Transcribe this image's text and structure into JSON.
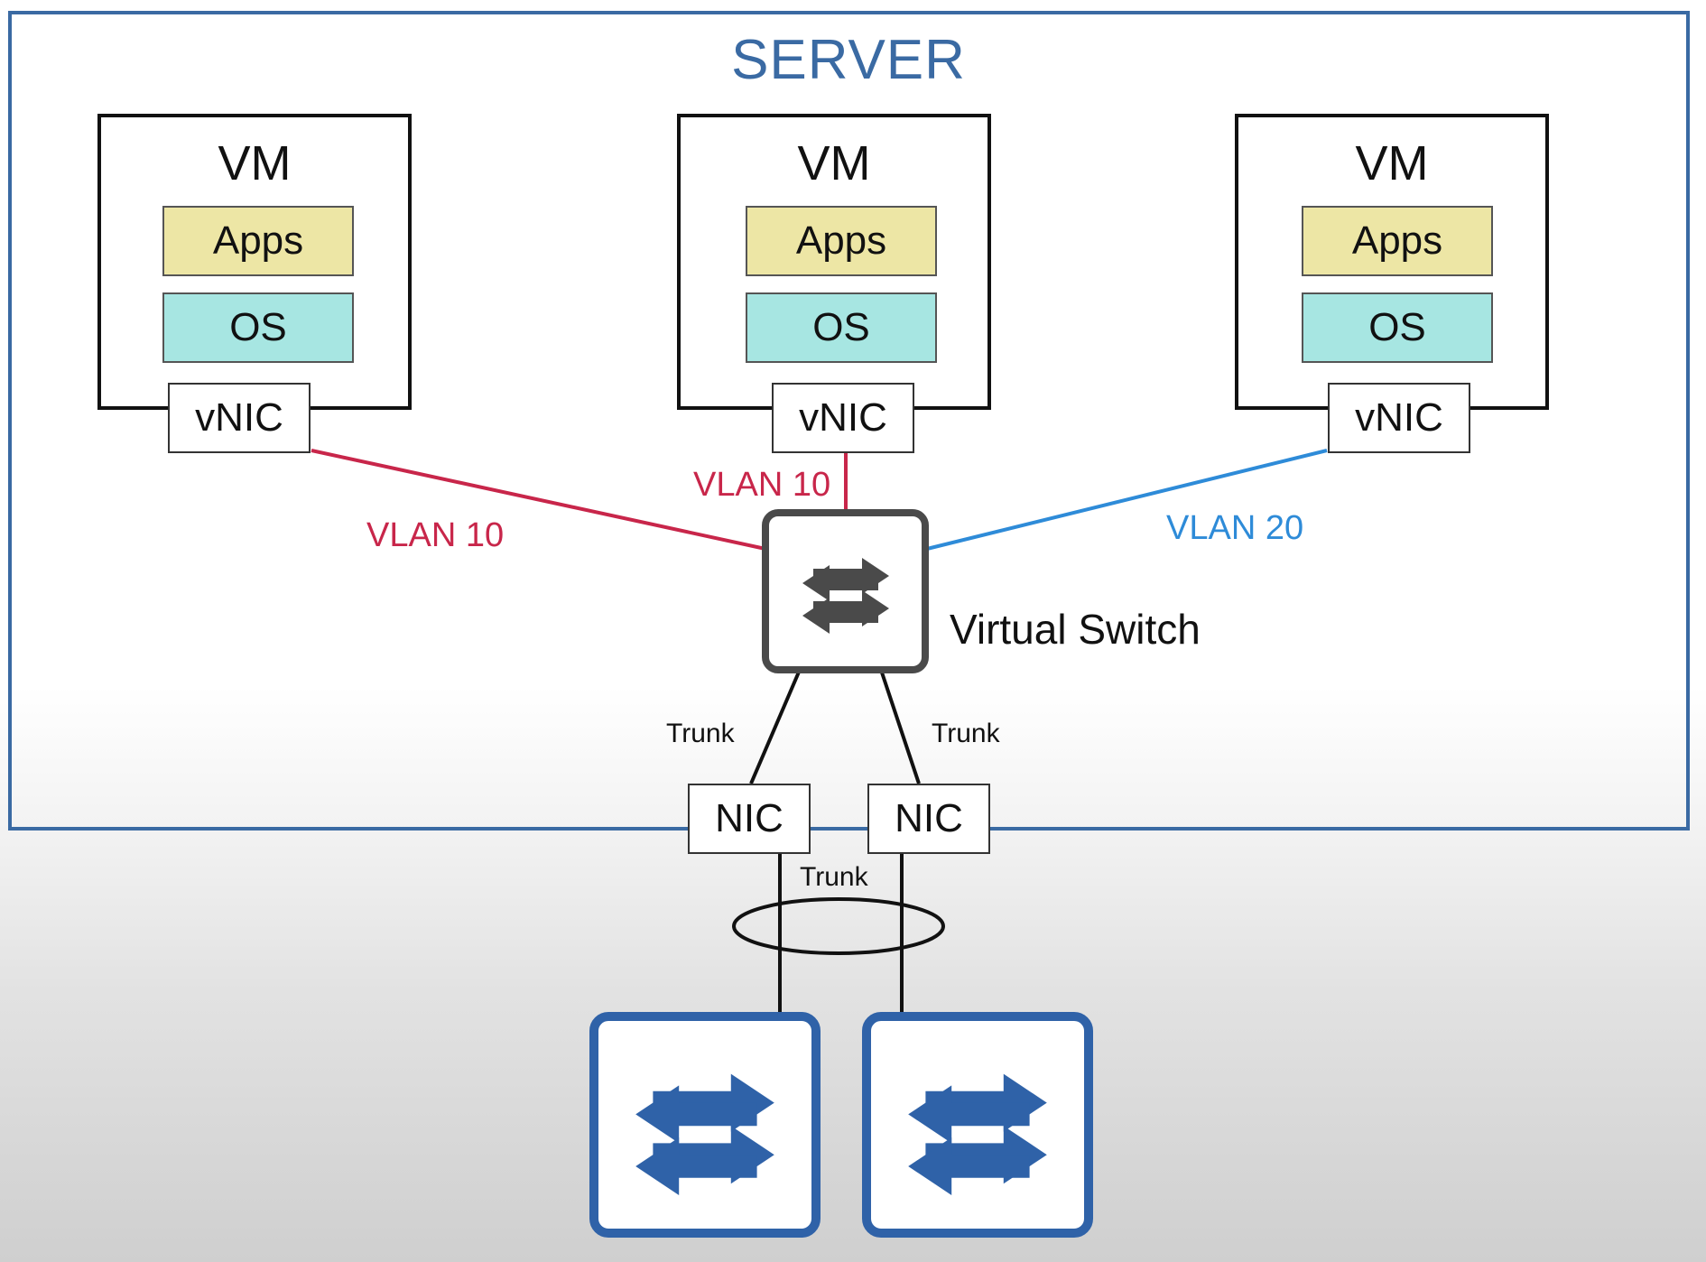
{
  "server": {
    "title": "SERVER"
  },
  "vms": [
    {
      "title": "VM",
      "apps": "Apps",
      "os": "OS",
      "vnic": "vNIC"
    },
    {
      "title": "VM",
      "apps": "Apps",
      "os": "OS",
      "vnic": "vNIC"
    },
    {
      "title": "VM",
      "apps": "Apps",
      "os": "OS",
      "vnic": "vNIC"
    }
  ],
  "links": {
    "vm1_vlan": "VLAN 10",
    "vm2_vlan": "VLAN 10",
    "vm3_vlan": "VLAN 20",
    "trunk_left": "Trunk",
    "trunk_right": "Trunk",
    "trunk_bundle": "Trunk"
  },
  "virtual_switch": {
    "label": "Virtual Switch"
  },
  "nics": [
    {
      "label": "NIC"
    },
    {
      "label": "NIC"
    }
  ],
  "colors": {
    "server_border": "#3a6aa3",
    "vlan10": "#c8264a",
    "vlan20": "#2e8bd8",
    "apps_fill": "#ede6a5",
    "os_fill": "#a7e6e2",
    "virtual_switch": "#4a4a4a",
    "physical_switch": "#2f62a8"
  },
  "icons": {
    "virtual_switch": "switch-arrows-icon",
    "physical_switch": "switch-arrows-icon"
  }
}
